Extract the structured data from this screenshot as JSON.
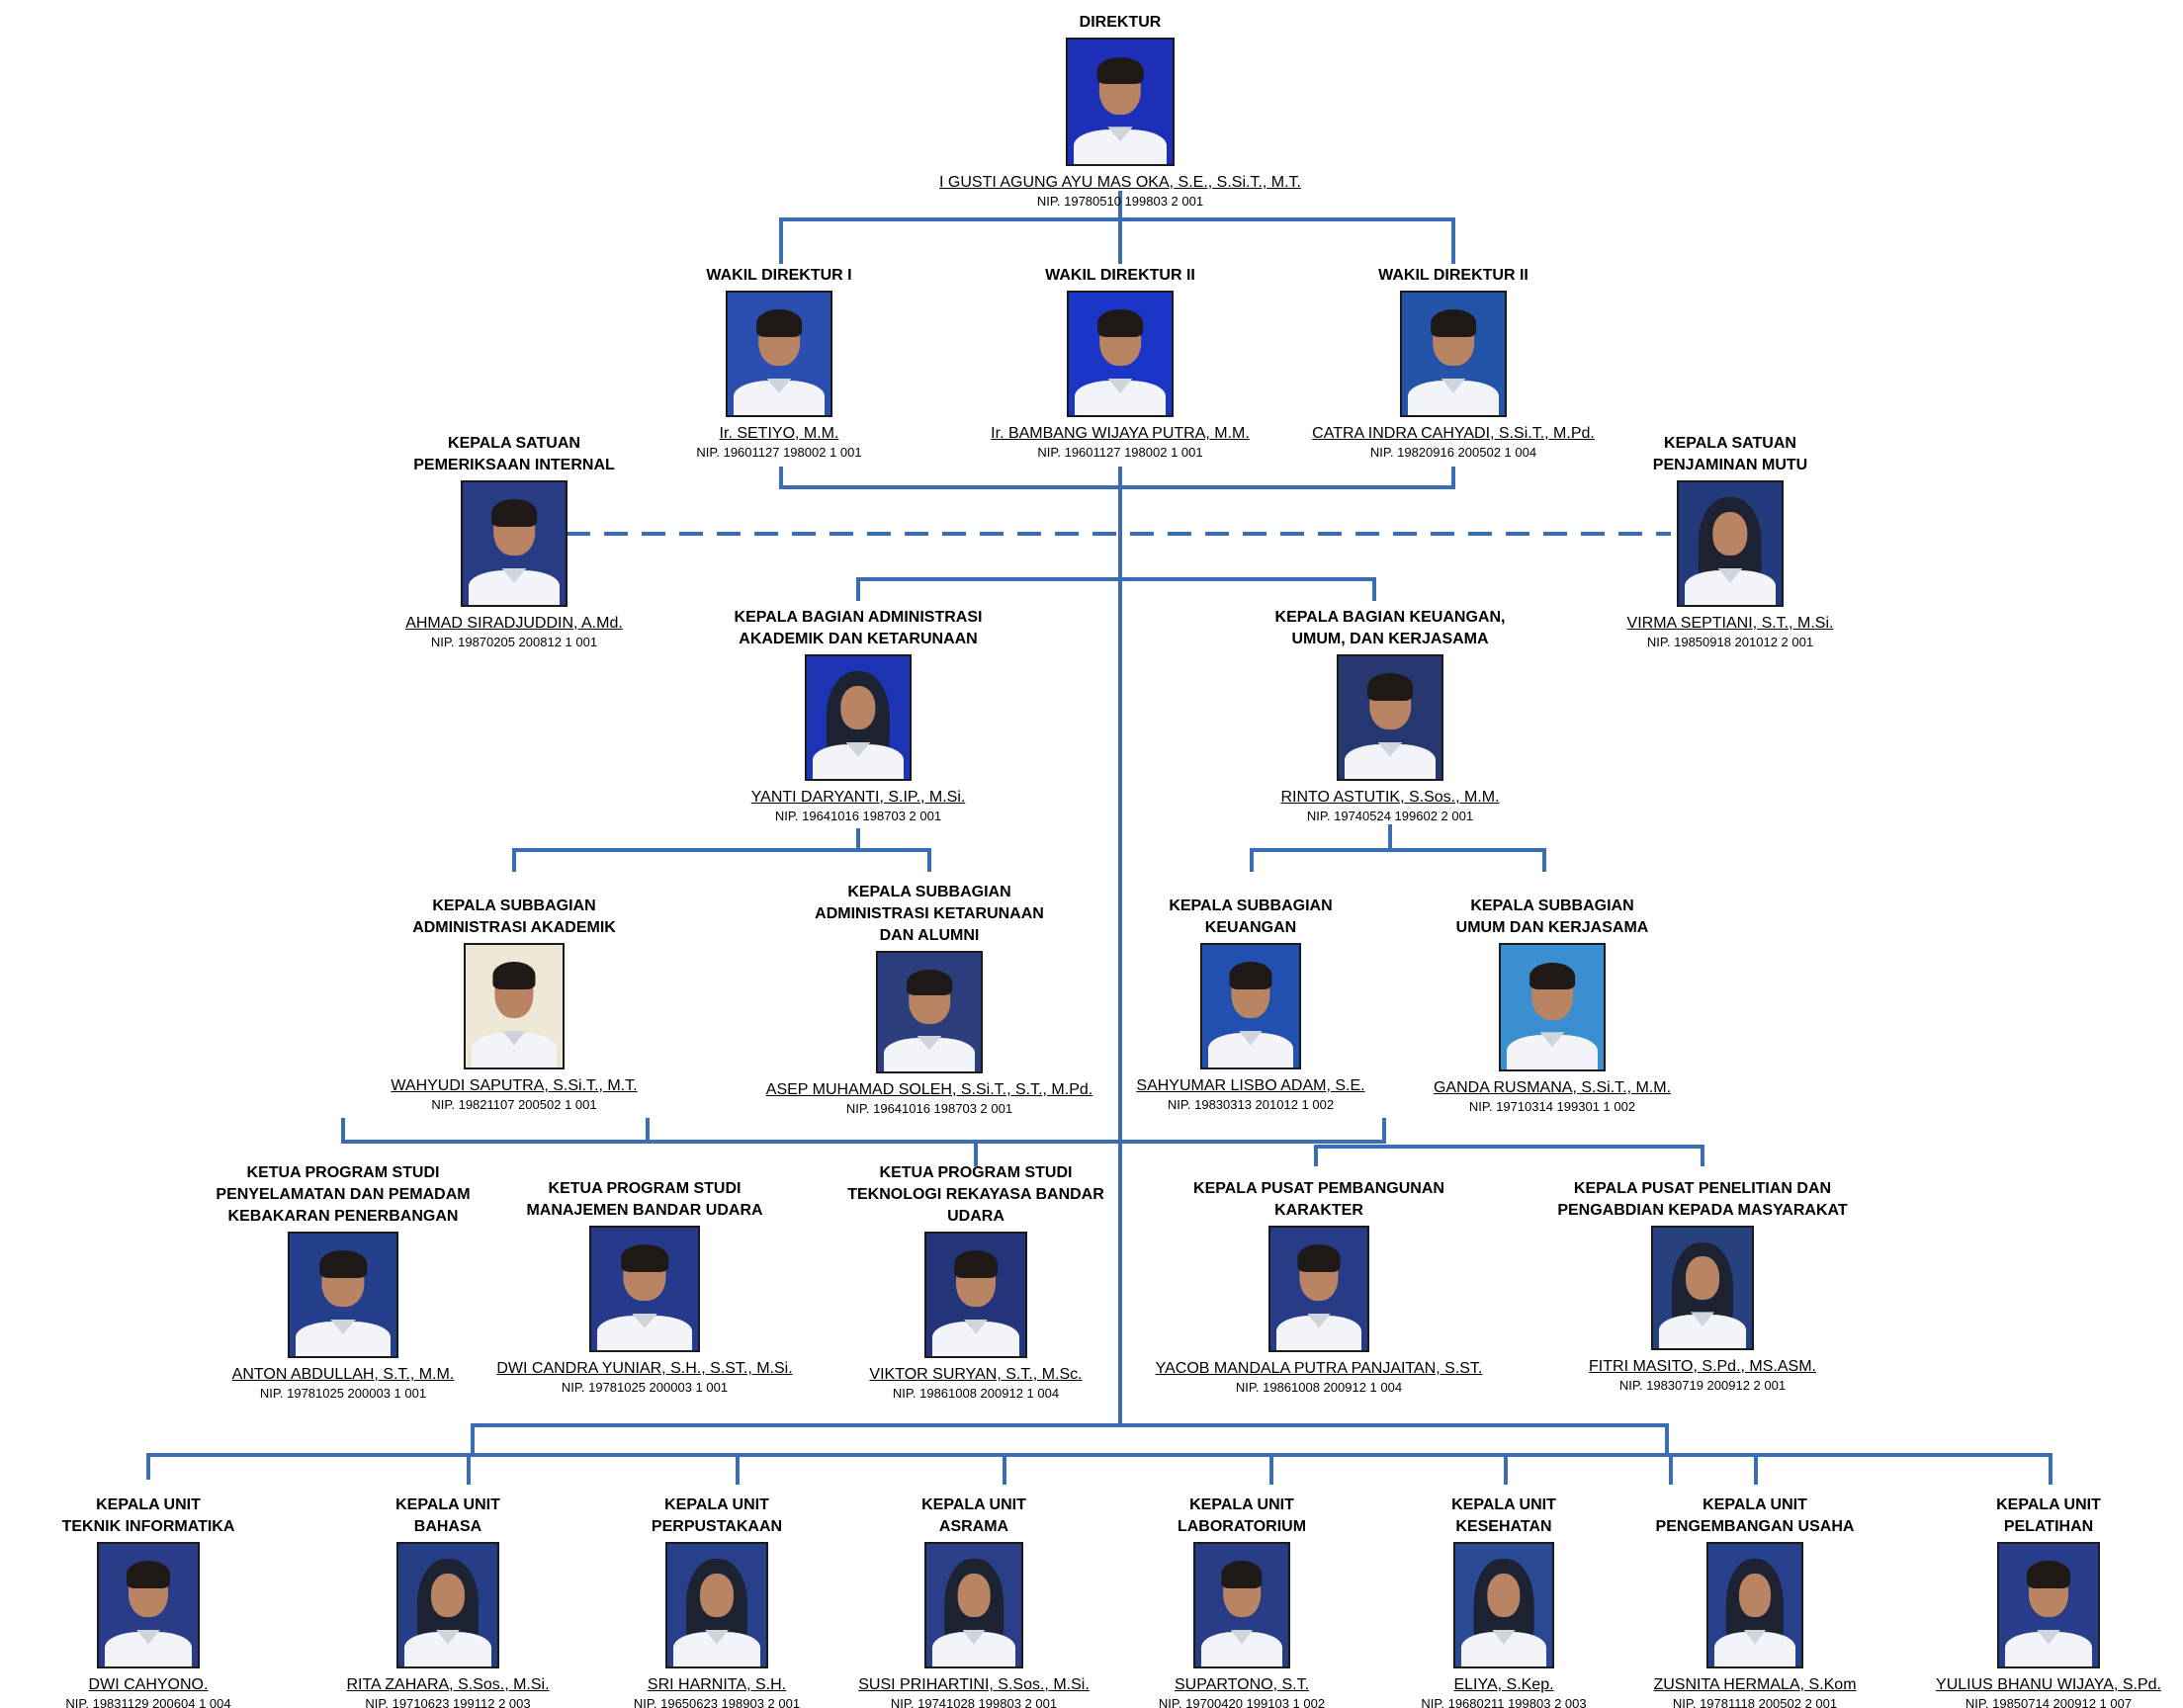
{
  "chart_title": "",
  "people": [
    {
      "title": "DIREKTUR",
      "name": "I GUSTI AGUNG AYU MAS OKA, S.E., S.Si.T., M.T.",
      "nip": "NIP. 19780510 199803 2 001",
      "photo_bg": "#1e2fb8",
      "figure": "female"
    },
    {
      "title": "WAKIL DIREKTUR I",
      "name": "Ir. SETIYO, M.M.",
      "nip": "NIP. 19601127 198002 1 001",
      "photo_bg": "#2a4fb0",
      "figure": "male"
    },
    {
      "title": "WAKIL DIREKTUR II",
      "name": "Ir. BAMBANG WIJAYA PUTRA, M.M.",
      "nip": "NIP. 19601127 198002 1 001",
      "photo_bg": "#1b36c6",
      "figure": "male"
    },
    {
      "title": "WAKIL DIREKTUR II",
      "name": "CATRA INDRA CAHYADI, S.Si.T., M.Pd.",
      "nip": "NIP. 19820916 200502 1 004",
      "photo_bg": "#2354a8",
      "figure": "male"
    },
    {
      "title": "KEPALA SATUAN\nPEMERIKSAAN INTERNAL",
      "name": "AHMAD SIRADJUDDIN, A.Md.",
      "nip": "NIP. 19870205 200812 1 001",
      "photo_bg": "#2a3b86",
      "figure": "male"
    },
    {
      "title": "KEPALA SATUAN\nPENJAMINAN MUTU",
      "name": "VIRMA SEPTIANI, S.T., M.Si.",
      "nip": "NIP. 19850918 201012 2 001",
      "photo_bg": "#233b7c",
      "figure": "hijab"
    },
    {
      "title": "KEPALA BAGIAN ADMINISTRASI\nAKADEMIK DAN KETARUNAAN",
      "name": "YANTI DARYANTI, S.IP., M.Si.",
      "nip": "NIP. 19641016 198703 2 001",
      "photo_bg": "#1c35b5",
      "figure": "hijab"
    },
    {
      "title": "KEPALA BAGIAN KEUANGAN,\nUMUM, DAN KERJASAMA",
      "name": "RINTO ASTUTIK, S.Sos., M.M.",
      "nip": "NIP. 19740524 199602 2 001",
      "photo_bg": "#26386f",
      "figure": "female"
    },
    {
      "title": "KEPALA SUBBAGIAN\nADMINISTRASI AKADEMIK",
      "name": "WAHYUDI SAPUTRA, S.Si.T., M.T.",
      "nip": "NIP. 19821107 200502 1 001",
      "photo_bg": "#efe7d6",
      "figure": "male"
    },
    {
      "title": "KEPALA SUBBAGIAN\nADMINISTRASI KETARUNAAN\nDAN ALUMNI",
      "name": "ASEP MUHAMAD SOLEH, S.Si.T., S.T., M.Pd.",
      "nip": "NIP. 19641016 198703 2 001",
      "photo_bg": "#2c3e7d",
      "figure": "male"
    },
    {
      "title": "KEPALA SUBBAGIAN\nKEUANGAN",
      "name": "SAHYUMAR LISBO ADAM, S.E.",
      "nip": "NIP. 19830313 201012 1 002",
      "photo_bg": "#2250b0",
      "figure": "male"
    },
    {
      "title": "KEPALA SUBBAGIAN\nUMUM DAN KERJASAMA",
      "name": "GANDA RUSMANA, S.Si.T., M.M.",
      "nip": "NIP. 19710314 199301 1 002",
      "photo_bg": "#3a8fd0",
      "figure": "male"
    },
    {
      "title": "KETUA PROGRAM STUDI\nPENYELAMATAN DAN PEMADAM\nKEBAKARAN PENERBANGAN",
      "name": "ANTON ABDULLAH, S.T., M.M.",
      "nip": "NIP. 19781025 200003 1 001",
      "photo_bg": "#24408c",
      "figure": "male"
    },
    {
      "title": "KETUA PROGRAM STUDI\nMANAJEMEN BANDAR UDARA",
      "name": "DWI CANDRA YUNIAR, S.H., S.ST., M.Si.",
      "nip": "NIP. 19781025 200003 1 001",
      "photo_bg": "#26398a",
      "figure": "male"
    },
    {
      "title": "KETUA PROGRAM STUDI\nTEKNOLOGI REKAYASA BANDAR\nUDARA",
      "name": "VIKTOR SURYAN, S.T., M.Sc.",
      "nip": "NIP. 19861008 200912 1 004",
      "photo_bg": "#25357c",
      "figure": "male"
    },
    {
      "title": "KEPALA PUSAT PEMBANGUNAN\nKARAKTER",
      "name": "YACOB MANDALA PUTRA PANJAITAN, S.ST.",
      "nip": "NIP. 19861008 200912 1 004",
      "photo_bg": "#273b86",
      "figure": "male"
    },
    {
      "title": "KEPALA PUSAT PENELITIAN DAN\nPENGABDIAN KEPADA MASYARAKAT",
      "name": "FITRI MASITO, S.Pd., MS.ASM.",
      "nip": "NIP. 19830719 200912 2 001",
      "photo_bg": "#27407e",
      "figure": "hijab"
    },
    {
      "title": "KEPALA UNIT\nTEKNIK INFORMATIKA",
      "name": "DWI CAHYONO.",
      "nip": "NIP. 19831129 200604 1 004",
      "photo_bg": "#2a3c88",
      "figure": "male"
    },
    {
      "title": "KEPALA UNIT\nBAHASA",
      "name": "RITA ZAHARA, S.Sos., M.Si.",
      "nip": "NIP. 19710623 199112 2 003",
      "photo_bg": "#263e86",
      "figure": "hijab"
    },
    {
      "title": "KEPALA UNIT\nPERPUSTAKAAN",
      "name": "SRI HARNITA, S.H.",
      "nip": "NIP. 19650623 198903 2 001",
      "photo_bg": "#28408a",
      "figure": "hijab"
    },
    {
      "title": "KEPALA UNIT\nASRAMA",
      "name": "SUSI PRIHARTINI, S.Sos., M.Si.",
      "nip": "NIP. 19741028 199803 2 001",
      "photo_bg": "#2a3f88",
      "figure": "hijab"
    },
    {
      "title": "KEPALA UNIT\nLABORATORIUM",
      "name": "SUPARTONO, S.T.",
      "nip": "NIP. 19700420 199103 1 002",
      "photo_bg": "#283d86",
      "figure": "male"
    },
    {
      "title": "KEPALA UNIT\nKESEHATAN",
      "name": "ELIYA, S.Kep.",
      "nip": "NIP. 19680211 199803 2 003",
      "photo_bg": "#2a4a96",
      "figure": "hijab"
    },
    {
      "title": "KEPALA UNIT\nPENGEMBANGAN USAHA",
      "name": "ZUSNITA HERMALA, S.Kom",
      "nip": "NIP. 19781118 200502 2 001",
      "photo_bg": "#28418c",
      "figure": "hijab"
    },
    {
      "title": "KEPALA UNIT\nPELATIHAN",
      "name": "YULIUS BHANU WIJAYA, S.Pd.",
      "nip": "NIP. 19850714 200912 1 007",
      "photo_bg": "#283e8a",
      "figure": "male"
    }
  ]
}
